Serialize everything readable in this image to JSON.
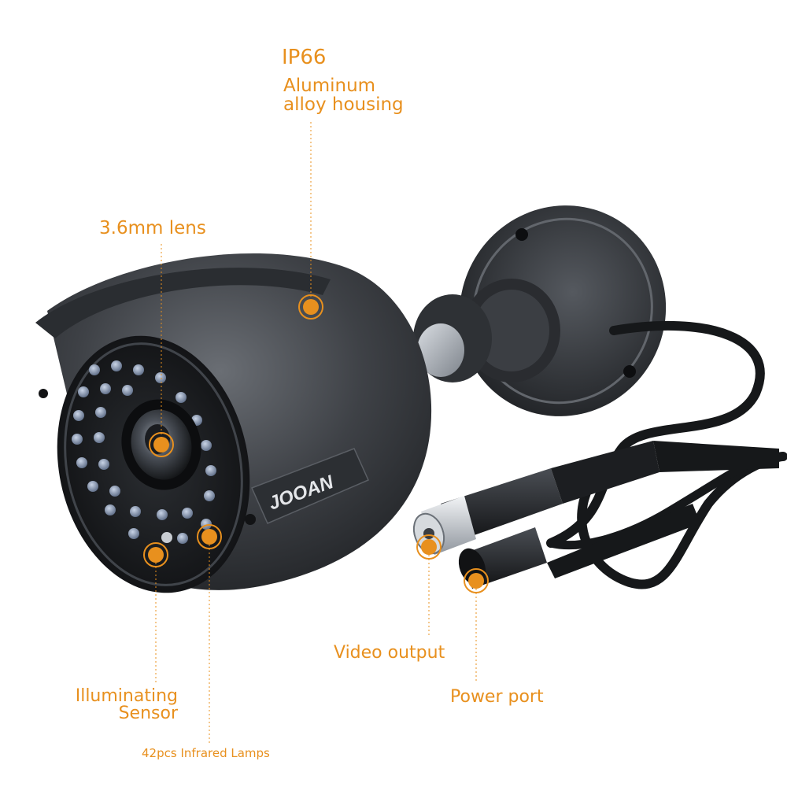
{
  "colors": {
    "accent": "#e8901e",
    "camera_body": "#3c3f44",
    "camera_dark": "#1c1e21",
    "cable": "#16181a",
    "background": "#ffffff"
  },
  "brand": {
    "logo_text": "JOOAN"
  },
  "callouts": {
    "ip_rating": "IP66",
    "housing": {
      "line1": "Aluminum",
      "line2": "alloy housing"
    },
    "lens": "3.6mm lens",
    "sensor": {
      "line1": "Illuminating",
      "line2": "Sensor"
    },
    "infrared": "42pcs Infrared Lamps",
    "video": "Video output",
    "power": "Power port"
  }
}
